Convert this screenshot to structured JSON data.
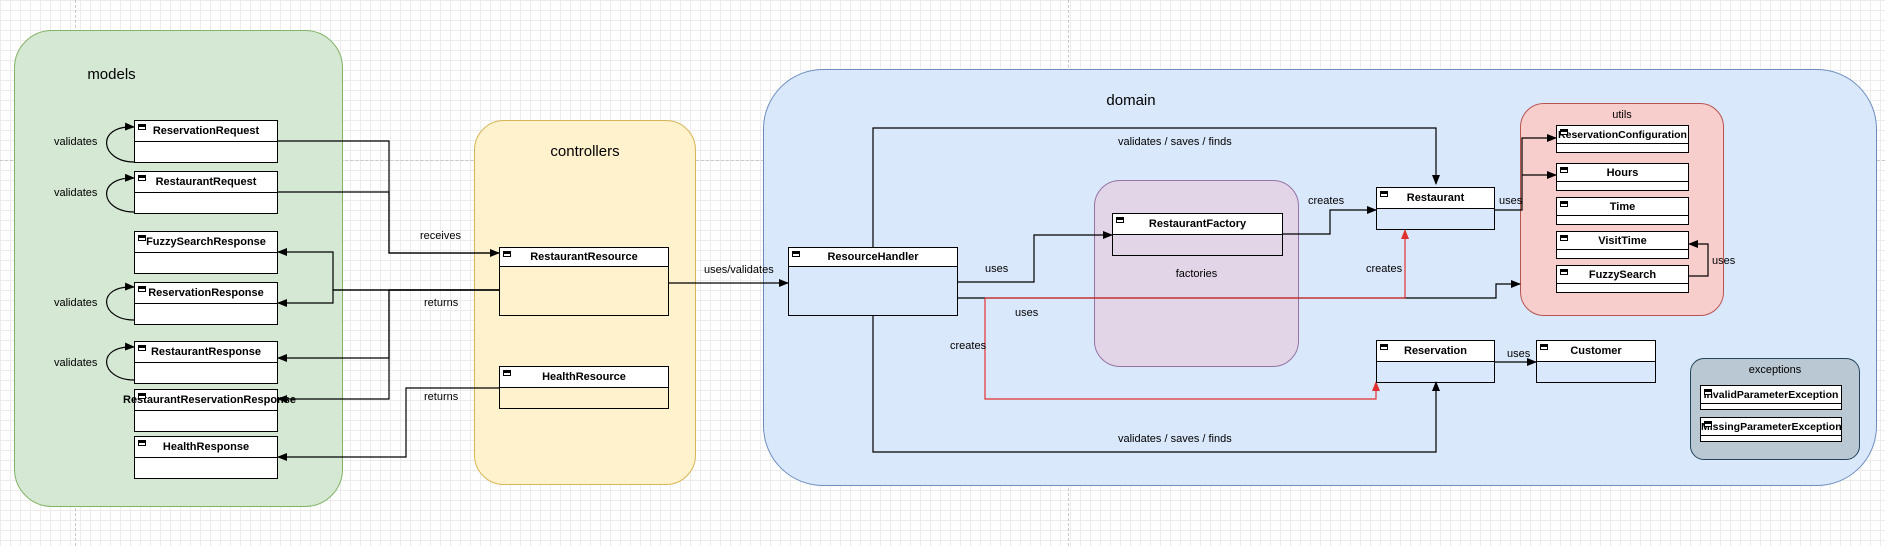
{
  "groups": {
    "models": "models",
    "controllers": "controllers",
    "domain": "domain",
    "factories": "factories",
    "utils": "utils",
    "exceptions": "exceptions"
  },
  "classes": {
    "reservation_request": "ReservationRequest",
    "restaurant_request": "RestaurantRequest",
    "fuzzy_search_response": "FuzzySearchResponse",
    "reservation_response": "ReservationResponse",
    "restaurant_response": "RestaurantResponse",
    "restaurant_reservation_response": "RestaurantReservationResponse",
    "health_response": "HealthResponse",
    "restaurant_resource": "RestaurantResource",
    "health_resource": "HealthResource",
    "resource_handler": "ResourceHandler",
    "restaurant_factory": "RestaurantFactory",
    "restaurant": "Restaurant",
    "reservation": "Reservation",
    "customer": "Customer",
    "reservation_configuration": "ReservationConfiguration",
    "hours": "Hours",
    "time": "Time",
    "visit_time": "VisitTime",
    "fuzzy_search": "FuzzySearch",
    "invalid_parameter_exception": "InvalidParameterException",
    "missing_parameter_exception": "MissingParameterException"
  },
  "edge_labels": {
    "validates_1": "validates",
    "validates_2": "validates",
    "validates_3": "validates",
    "validates_4": "validates",
    "receives": "receives",
    "returns_1": "returns",
    "returns_2": "returns",
    "uses_validates": "uses/validates",
    "validates_saves_finds_top": "validates / saves / finds",
    "validates_saves_finds_bottom": "validates / saves / finds",
    "uses_factory": "uses",
    "uses_utils": "uses",
    "creates_factory": "creates",
    "creates_restaurant": "creates",
    "creates_reservation": "creates",
    "uses_restaurant_utils": "uses",
    "uses_fuzzy_visit": "uses",
    "uses_customer": "uses"
  },
  "colors": {
    "models_fill": "#d5e8d4",
    "models_stroke": "#82b366",
    "controllers_fill": "#fff2cc",
    "controllers_stroke": "#d6b656",
    "domain_fill": "#dae8fc",
    "domain_stroke": "#6c8ebf",
    "factories_fill": "#e1d5e7",
    "factories_stroke": "#9673a6",
    "utils_fill": "#f8cecc",
    "utils_stroke": "#b85450",
    "exceptions_fill": "#bac8d3",
    "exceptions_stroke": "#23445d",
    "edge": "#000000",
    "edge_red": "#e0312f"
  }
}
